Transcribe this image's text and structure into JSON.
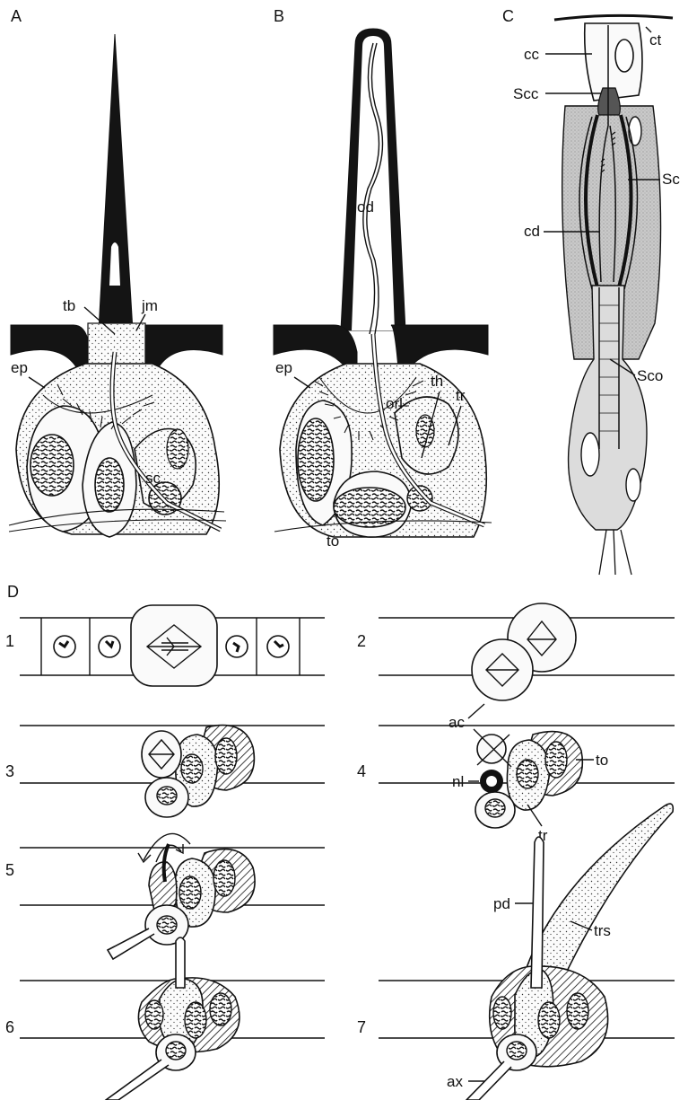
{
  "panels": {
    "a": "A",
    "b": "B",
    "c": "C",
    "d": "D"
  },
  "labels_a": {
    "tb": "tb",
    "jm": "jm",
    "ep": "ep",
    "sc": "sc"
  },
  "labels_b": {
    "od": "od",
    "ep": "ep",
    "orl": "orl",
    "th": "th",
    "tr": "tr",
    "to": "to"
  },
  "labels_c": {
    "ct": "ct",
    "cc": "cc",
    "scc": "Scc",
    "sc": "Sc",
    "cd": "cd",
    "sco": "Sco"
  },
  "labels_d": {
    "ac": "ac",
    "nl": "nl",
    "to": "to",
    "tr": "tr",
    "pd": "pd",
    "trs": "trs",
    "ax": "ax"
  },
  "stages": [
    "1",
    "2",
    "3",
    "4",
    "5",
    "6",
    "7"
  ]
}
